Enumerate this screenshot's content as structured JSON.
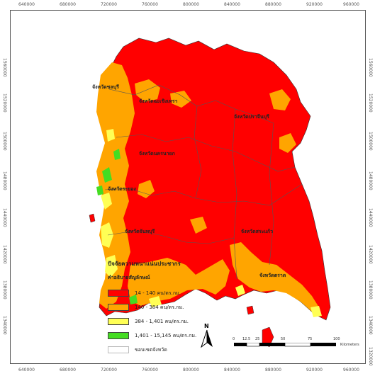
{
  "map": {
    "x_ticks": [
      "640000",
      "680000",
      "720000",
      "760000",
      "800000",
      "840000",
      "880000",
      "920000",
      "960000"
    ],
    "y_ticks": [
      "1560000",
      "1520000",
      "1500000",
      "1480000",
      "1440000",
      "1420000",
      "1380000",
      "1340000",
      "1320000"
    ],
    "province_labels": [
      "จังหวัดชลบุรี",
      "จังหวัดระยอง",
      "จังหวัดจันทบุรี",
      "จังหวัดตราด",
      "จังหวัดฉะเชิงเทรา",
      "จังหวัดปราจีนบุรี",
      "จังหวัดสระแก้ว",
      "จังหวัดนครนายก"
    ]
  },
  "legend": {
    "title": "ปัจจัยความหนาแน่นประชากร",
    "subtitle": "คำอธิบายสัญลักษณ์",
    "items": [
      {
        "label": "14 - 140 คน/ตร.กม.",
        "color": "#ff0000"
      },
      {
        "label": "140 - 384 คน/ตร.กม.",
        "color": "#ffa500"
      },
      {
        "label": "384 - 1,401 คน/ตร.กม.",
        "color": "#ffff55"
      },
      {
        "label": "1,401 - 15,145 คน/ตร.กม.",
        "color": "#44dd22"
      },
      {
        "label": "ขอบเขตจังหวัด",
        "color": "#ffffff"
      }
    ]
  },
  "scale": {
    "ticks": [
      "0",
      "12.5",
      "25",
      "50",
      "75",
      "100"
    ],
    "unit": "Kilometers"
  },
  "north": {
    "label": "N"
  }
}
